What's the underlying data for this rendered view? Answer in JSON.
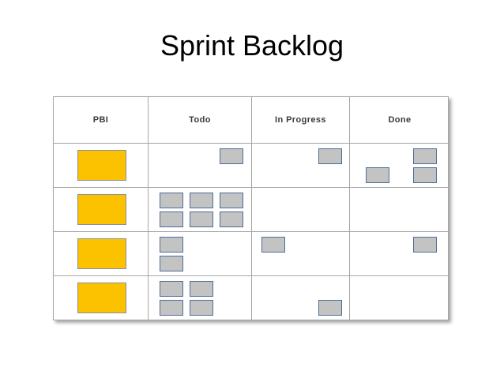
{
  "slide": {
    "title": "Sprint Backlog",
    "background_color": "#ffffff"
  },
  "colors": {
    "pbi_card_fill": "#FCC200",
    "pbi_card_border": "#8a8f9a",
    "task_card_fill": "#c3c3c3",
    "task_card_border": "#4c6f96",
    "grid_line": "#a6a6a6",
    "header_text": "#3a3a3a",
    "title_text": "#000000"
  },
  "board": {
    "columns": [
      {
        "key": "pbi",
        "label": "PBI"
      },
      {
        "key": "todo",
        "label": "Todo"
      },
      {
        "key": "progress",
        "label": "In Progress"
      },
      {
        "key": "done",
        "label": "Done"
      }
    ],
    "rows": [
      {
        "pbi_cards": 1,
        "todo_cards": 1,
        "progress_cards": 1,
        "done_cards": 3
      },
      {
        "pbi_cards": 1,
        "todo_cards": 6,
        "progress_cards": 0,
        "done_cards": 0
      },
      {
        "pbi_cards": 1,
        "todo_cards": 2,
        "progress_cards": 1,
        "done_cards": 1
      },
      {
        "pbi_cards": 1,
        "todo_cards": 4,
        "progress_cards": 1,
        "done_cards": 0
      }
    ],
    "totals": {
      "pbi": 4,
      "todo": 13,
      "progress": 3,
      "done": 4
    }
  }
}
